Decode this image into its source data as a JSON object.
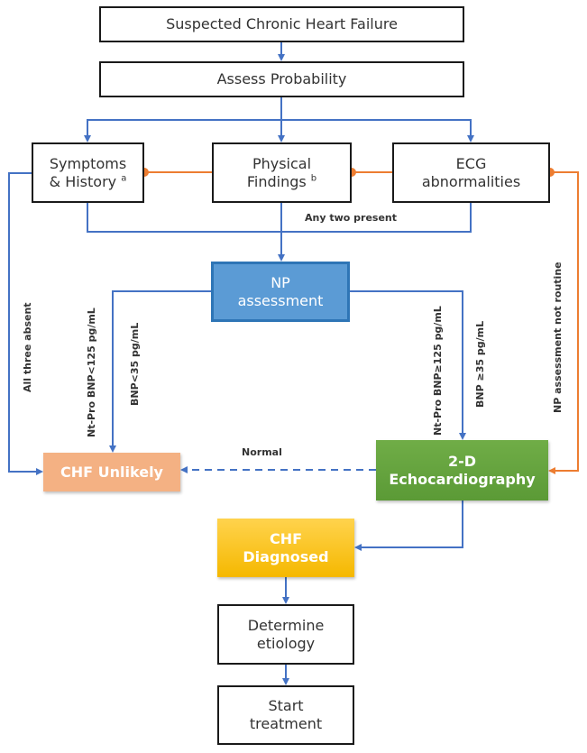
{
  "diagram": {
    "title_node": "Suspected Chronic Heart Failure",
    "assess_node": "Assess Probability",
    "criteria": {
      "symptoms": {
        "line1": "Symptoms",
        "line2": "& History",
        "footnote": "a"
      },
      "physical": {
        "line1": "Physical",
        "line2": "Findings",
        "footnote": "b"
      },
      "ecg": {
        "line1": "ECG",
        "line2": "abnormalities"
      }
    },
    "np_node": {
      "line1": "NP",
      "line2": "assessment"
    },
    "unlikely_node": "CHF Unlikely",
    "echo_node": {
      "line1": "2-D",
      "line2": "Echocardiography"
    },
    "diagnosed_node": {
      "line1": "CHF",
      "line2": "Diagnosed"
    },
    "etiology_node": {
      "line1": "Determine",
      "line2": "etiology"
    },
    "treatment_node": {
      "line1": "Start",
      "line2": "treatment"
    },
    "edge_labels": {
      "any_two": "Any two present",
      "all_absent": "All three absent",
      "ntpro_low": "Nt-Pro BNP<125 pg/mL",
      "bnp_low": "BNP<35 pg/mL",
      "ntpro_high": "Nt-Pro BNP≥125 pg/mL",
      "bnp_high": "BNP ≥35 pg/mL",
      "np_not_routine": "NP assessment not routine",
      "normal": "Normal"
    },
    "colors": {
      "connector_blue": "#4472c4",
      "connector_orange": "#ed7d31",
      "np_fill": "#5b9bd5",
      "unlikely_fill": "#f4b183",
      "echo_fill": "#70ad47",
      "diagnosed_fill": "#ffc000"
    }
  }
}
